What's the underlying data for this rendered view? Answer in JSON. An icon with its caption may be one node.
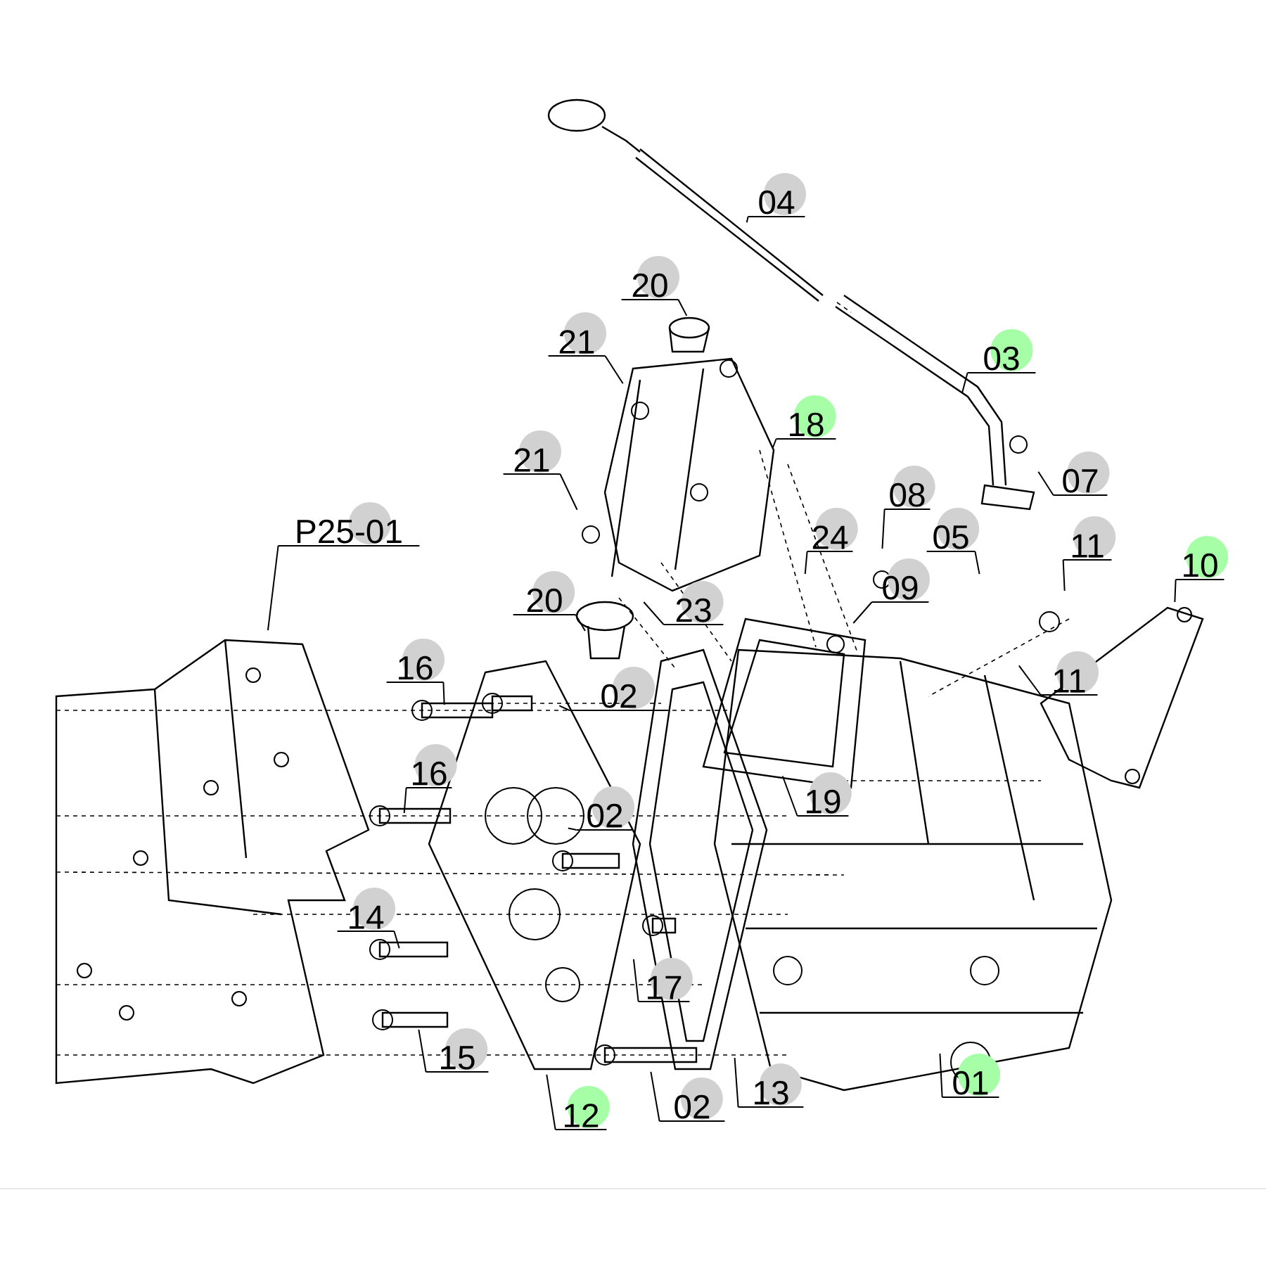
{
  "diagram": {
    "nodes": [
      {
        "text": [
          "04"
        ]
      },
      {
        "text": [
          "20"
        ]
      },
      {
        "text": [
          "21"
        ]
      },
      {
        "text": [
          "03"
        ]
      },
      {
        "text": [
          "18"
        ]
      },
      {
        "text": [
          "21"
        ]
      },
      {
        "text": [
          "07"
        ]
      },
      {
        "text": [
          "08"
        ]
      },
      {
        "text": [
          "P25-01"
        ]
      },
      {
        "text": [
          "24"
        ]
      },
      {
        "text": [
          "05"
        ]
      },
      {
        "text": [
          "11"
        ]
      },
      {
        "text": [
          "10"
        ]
      },
      {
        "text": [
          "09"
        ]
      },
      {
        "text": [
          "20"
        ]
      },
      {
        "text": [
          "23"
        ]
      },
      {
        "text": [
          "11"
        ]
      },
      {
        "text": [
          "16"
        ]
      },
      {
        "text": [
          "02"
        ]
      },
      {
        "text": [
          "16"
        ]
      },
      {
        "text": [
          "19"
        ]
      },
      {
        "text": [
          "02"
        ]
      },
      {
        "text": [
          "14"
        ]
      },
      {
        "text": [
          "17"
        ]
      },
      {
        "text": [
          "15"
        ]
      },
      {
        "text": [
          "13"
        ]
      },
      {
        "text": [
          "01"
        ]
      },
      {
        "text": [
          "12"
        ]
      },
      {
        "text": [
          "02"
        ]
      }
    ],
    "edges": [
      {
        "from": 0,
        "to": null,
        "arrow": "none"
      },
      {
        "from": 1,
        "to": null,
        "arrow": "none"
      },
      {
        "from": 2,
        "to": null,
        "arrow": "none"
      },
      {
        "from": 3,
        "to": null,
        "arrow": "none"
      },
      {
        "from": 4,
        "to": null,
        "arrow": "none"
      },
      {
        "from": 5,
        "to": null,
        "arrow": "none"
      },
      {
        "from": 6,
        "to": null,
        "arrow": "none"
      },
      {
        "from": 7,
        "to": null,
        "arrow": "none"
      },
      {
        "from": 8,
        "to": null,
        "arrow": "none"
      },
      {
        "from": 9,
        "to": null,
        "arrow": "none"
      },
      {
        "from": 10,
        "to": null,
        "arrow": "none"
      },
      {
        "from": 11,
        "to": null,
        "arrow": "none"
      },
      {
        "from": 12,
        "to": null,
        "arrow": "none"
      },
      {
        "from": 13,
        "to": null,
        "arrow": "none"
      },
      {
        "from": 14,
        "to": null,
        "arrow": "none"
      },
      {
        "from": 15,
        "to": null,
        "arrow": "none"
      },
      {
        "from": 16,
        "to": null,
        "arrow": "none"
      },
      {
        "from": 17,
        "to": null,
        "arrow": "none"
      },
      {
        "from": 18,
        "to": null,
        "arrow": "none"
      },
      {
        "from": 19,
        "to": null,
        "arrow": "none"
      },
      {
        "from": 20,
        "to": null,
        "arrow": "none"
      },
      {
        "from": 21,
        "to": null,
        "arrow": "none"
      },
      {
        "from": 22,
        "to": null,
        "arrow": "none"
      },
      {
        "from": 23,
        "to": null,
        "arrow": "none"
      },
      {
        "from": 24,
        "to": null,
        "arrow": "none"
      },
      {
        "from": 25,
        "to": null,
        "arrow": "none"
      },
      {
        "from": 26,
        "to": null,
        "arrow": "none"
      },
      {
        "from": 27,
        "to": null,
        "arrow": "none"
      },
      {
        "from": 28,
        "to": null,
        "arrow": "none"
      }
    ]
  }
}
